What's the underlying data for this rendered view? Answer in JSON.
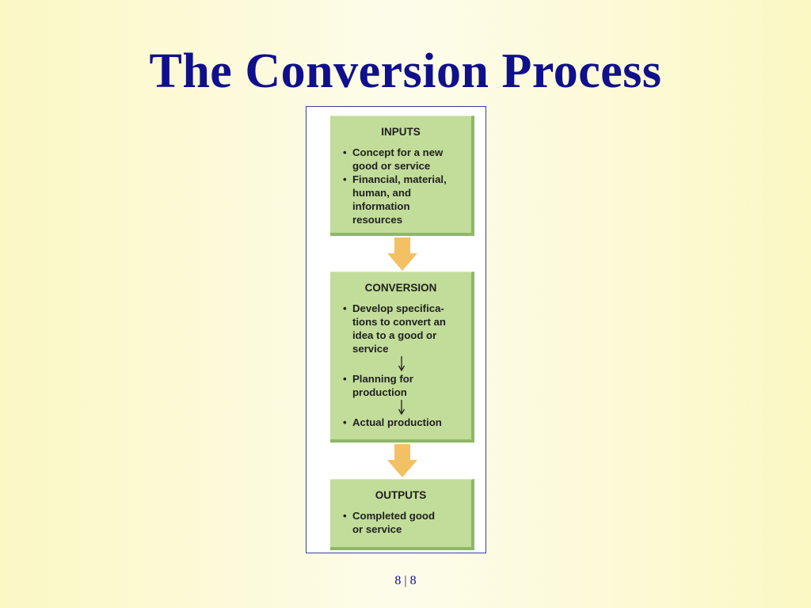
{
  "slide": {
    "title": "The Conversion Process",
    "page_number": "8 | 8"
  },
  "diagram": {
    "boxes": [
      {
        "heading": "INPUTS",
        "items": [
          "Concept for a new\ngood or service",
          "Financial, material,\nhuman, and\ninformation\nresources"
        ]
      },
      {
        "heading": "CONVERSION",
        "items": [
          "Develop specifica-\ntions to convert an\nidea to a good or\nservice",
          "Planning for\nproduction",
          "Actual production"
        ]
      },
      {
        "heading": "OUTPUTS",
        "items": [
          "Completed good\nor service"
        ]
      }
    ],
    "bullet_symbol": "•",
    "colors": {
      "box_fill": "#c2dc9a",
      "box_shadow": "#8db864",
      "arrow_fill": "#f4c064",
      "title": "#10108c",
      "frame_border": "#3a3f9a"
    }
  }
}
